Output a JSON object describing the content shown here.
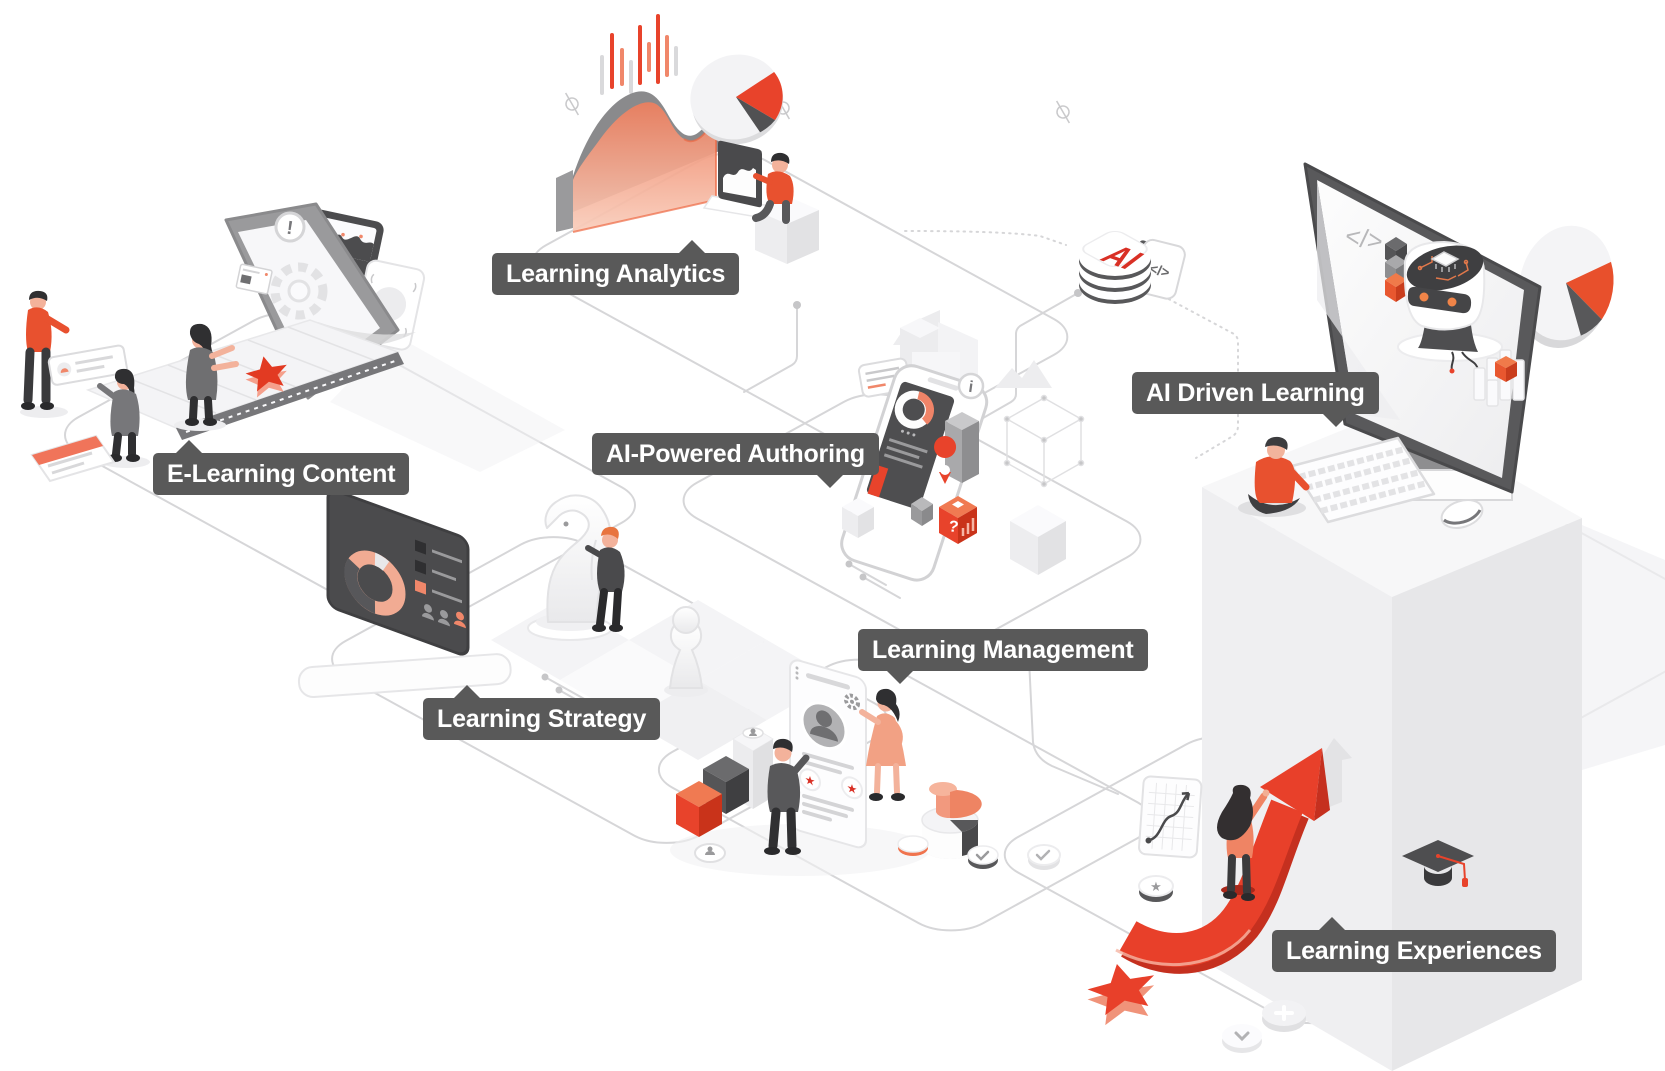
{
  "title": "E-Learning AI isometric infographic",
  "labels": [
    {
      "id": "learning-analytics",
      "text": "Learning Analytics"
    },
    {
      "id": "elearning-content",
      "text": "E-Learning Content"
    },
    {
      "id": "ai-powered-authoring",
      "text": "AI-Powered Authoring"
    },
    {
      "id": "ai-driven-learning",
      "text": "AI Driven Learning"
    },
    {
      "id": "learning-strategy",
      "text": "Learning Strategy"
    },
    {
      "id": "learning-management",
      "text": "Learning Management"
    },
    {
      "id": "learning-experiences",
      "text": "Learning Experiences"
    }
  ],
  "glyphs": {
    "ai": "AI",
    "exclamation": "!",
    "question": "?",
    "info": "i",
    "code": "</>",
    "star": "★"
  },
  "colors": {
    "accent_red": "#e8432b",
    "salmon": "#ef8464",
    "label_bg": "#595959",
    "dark_panel": "#4a4a4c",
    "connector_line": "#d6d6d8"
  }
}
